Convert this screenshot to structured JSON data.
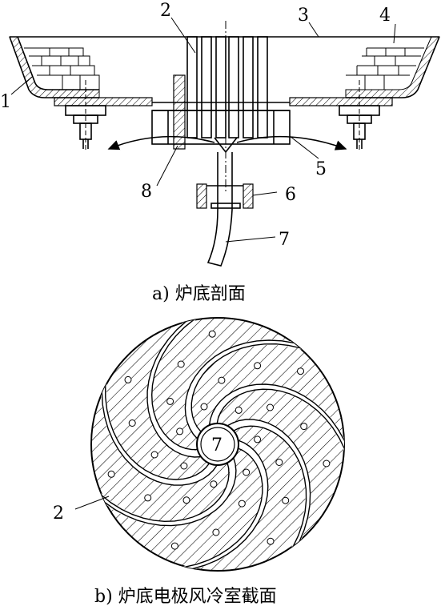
{
  "figure_a": {
    "caption": "a) 炉底剖面",
    "labels": [
      "1",
      "2",
      "3",
      "4",
      "5",
      "6",
      "7",
      "8"
    ]
  },
  "figure_b": {
    "caption": "b) 炉底电极风冷室截面",
    "center_label": "7",
    "side_label": "2"
  }
}
